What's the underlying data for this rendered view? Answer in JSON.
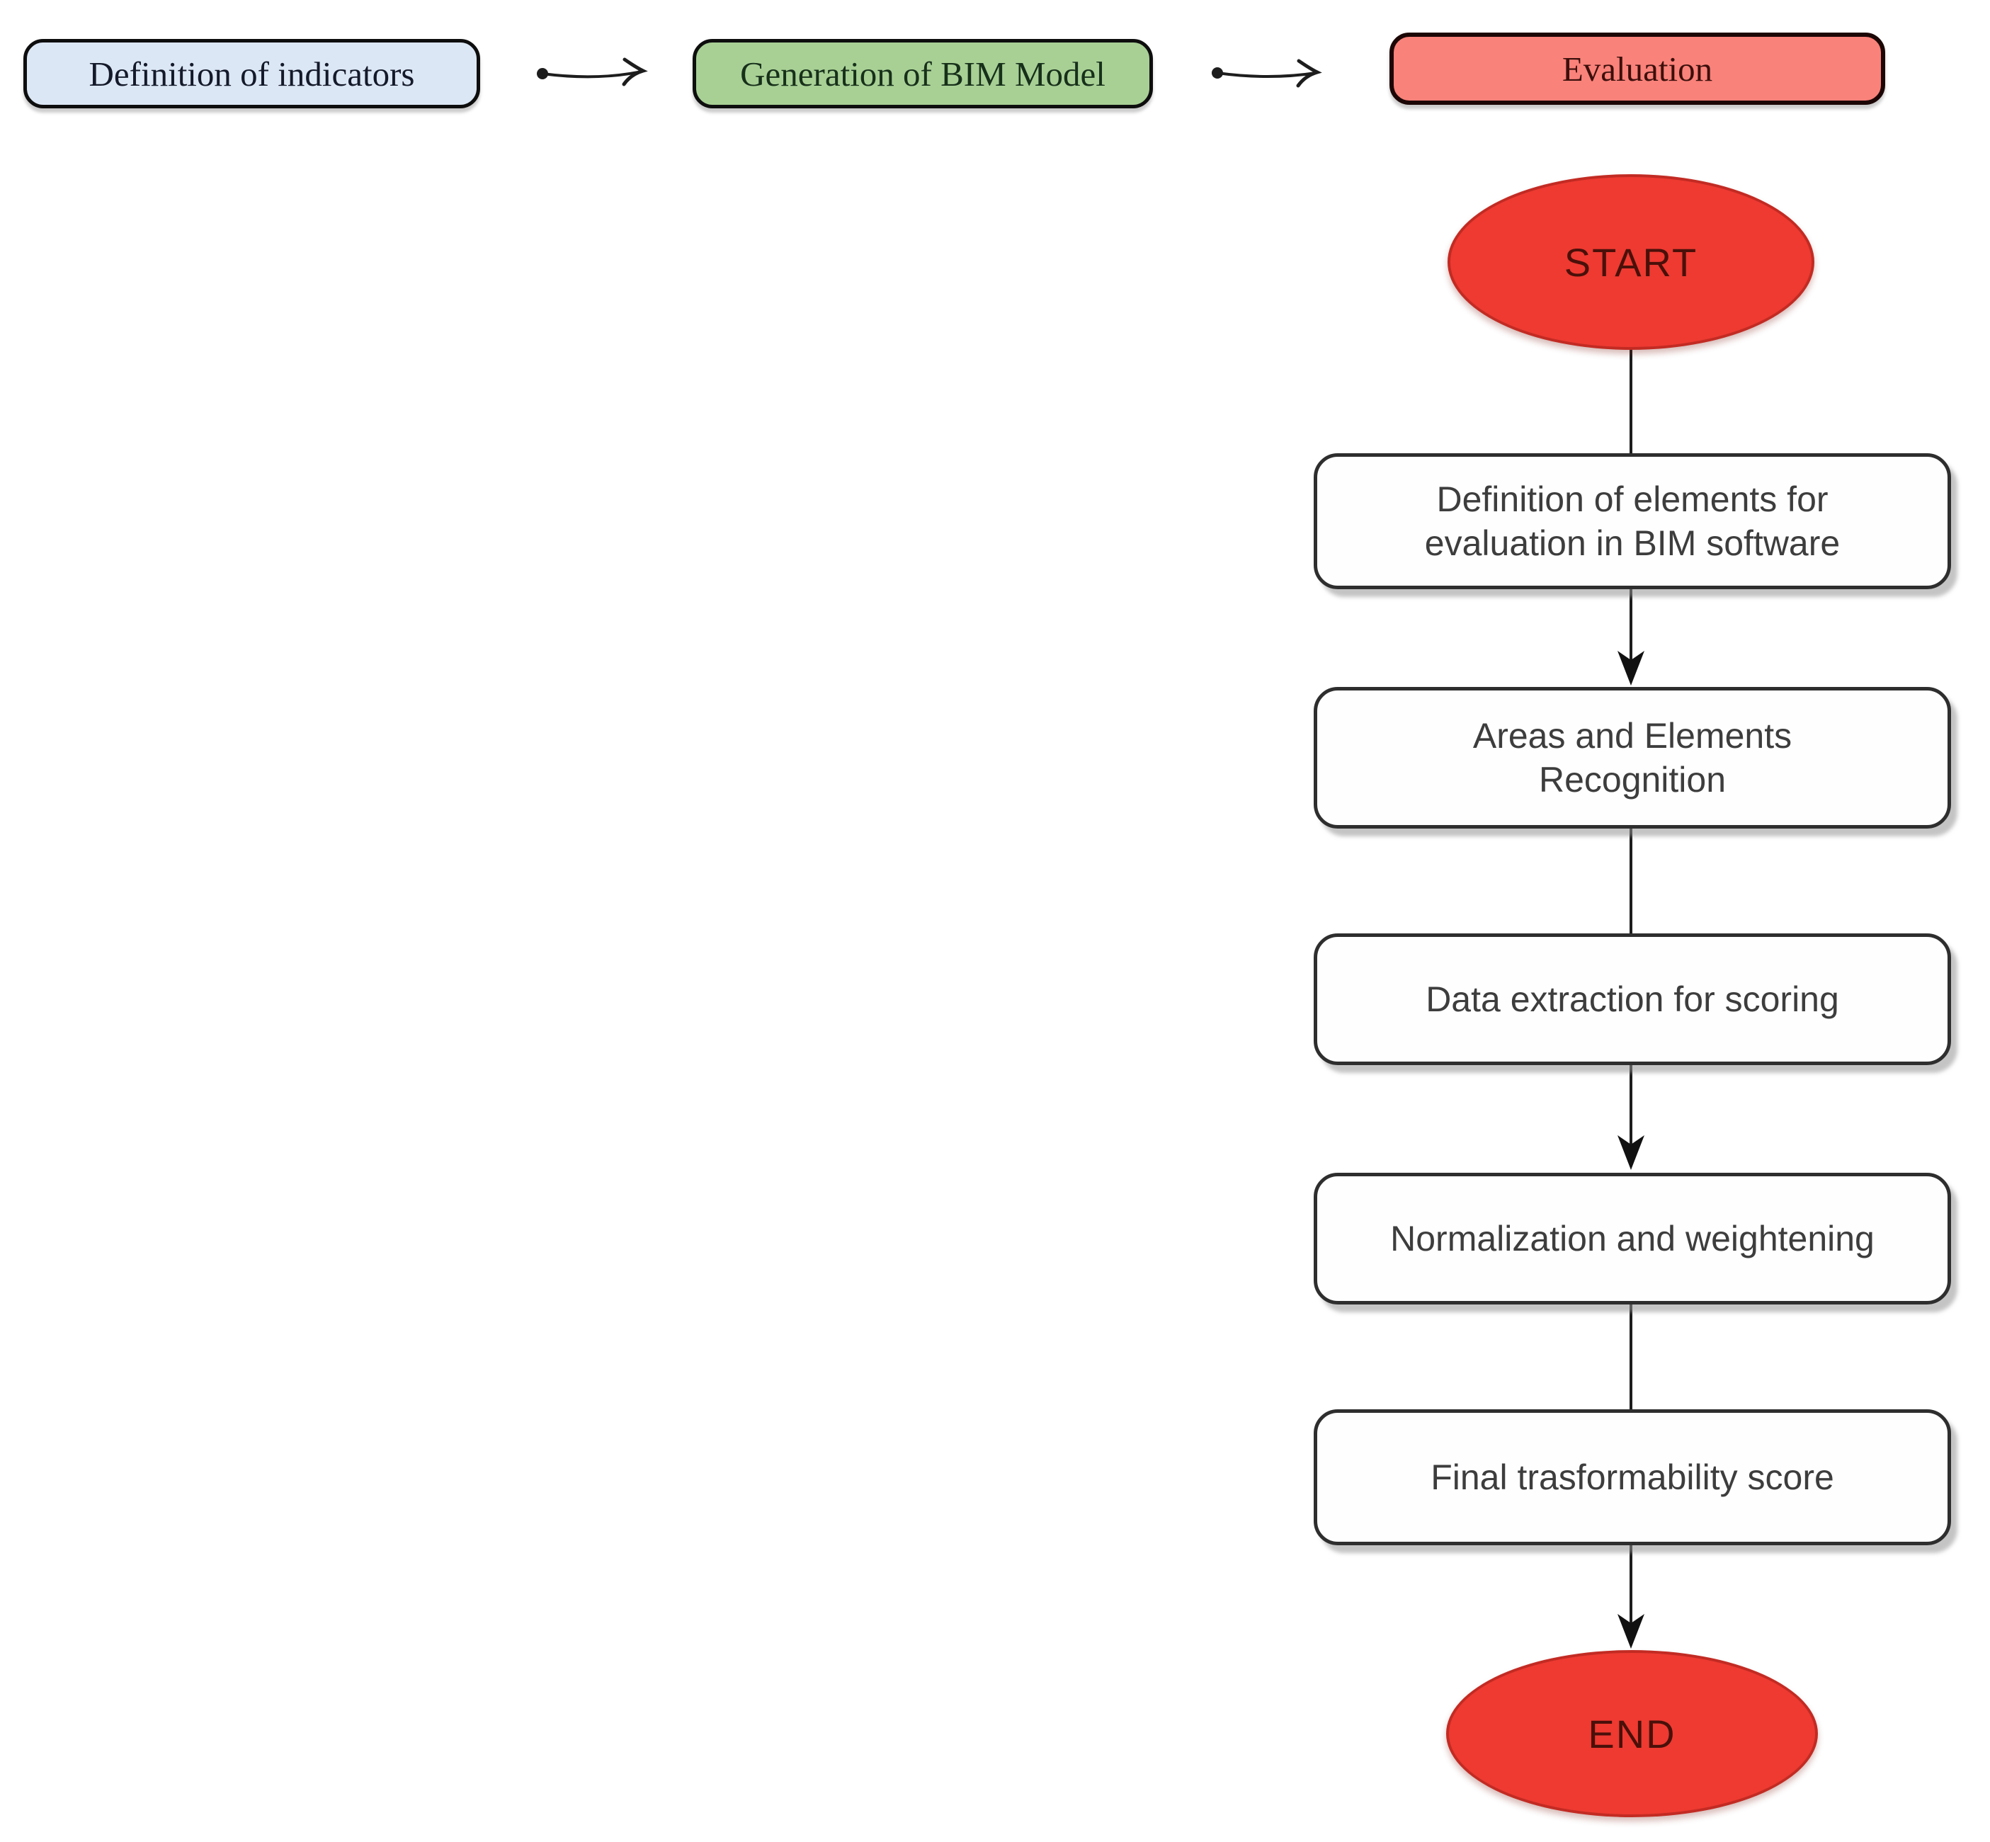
{
  "figure": {
    "top_stages": [
      {
        "label": "Definition of indicators",
        "fill": "#dce7f5",
        "text_color": "#141a2a"
      },
      {
        "label": "Generation of BIM Model",
        "fill": "#a8d095",
        "text_color": "#17301a"
      },
      {
        "label": "Evaluation",
        "fill": "#f9827a",
        "text_color": "#3c0f0b"
      }
    ],
    "flowchart": {
      "start_label": "START",
      "end_label": "END",
      "terminator_fill": "#ee3a31",
      "terminator_text_color": "#4a100a",
      "steps": [
        {
          "lines": [
            "Definition of elements for",
            "evaluation in BIM software"
          ]
        },
        {
          "lines": [
            "Areas and Elements",
            "Recognition"
          ]
        },
        {
          "lines": [
            "Data extraction for scoring"
          ]
        },
        {
          "lines": [
            "Normalization and weightening"
          ]
        },
        {
          "lines": [
            "Final trasformability score"
          ]
        }
      ]
    }
  }
}
